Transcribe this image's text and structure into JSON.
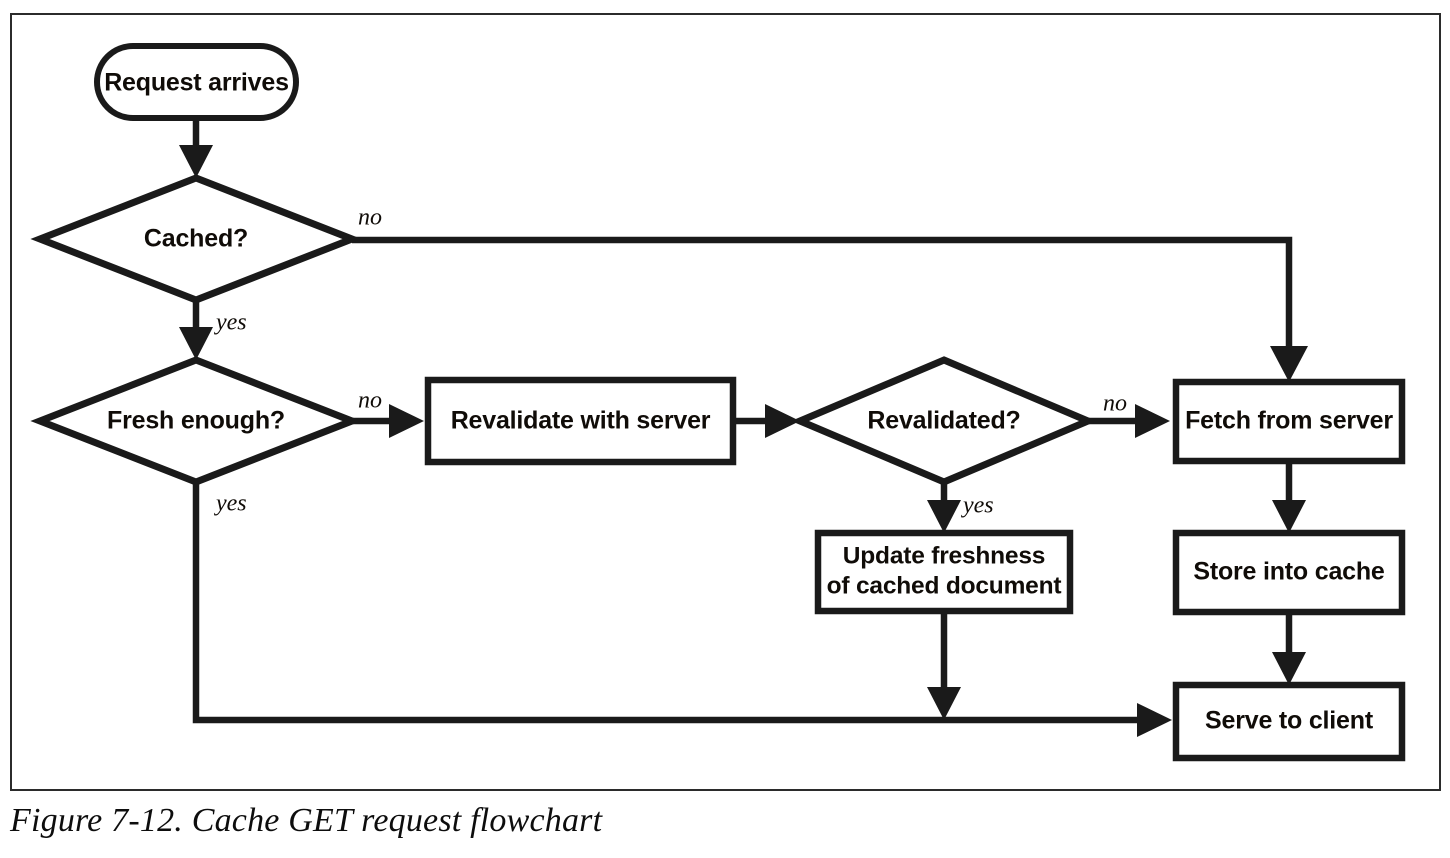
{
  "figure": {
    "caption": "Figure 7-12. Cache GET request flowchart",
    "title": "Cache GET request flowchart",
    "number": "Figure 7-12."
  },
  "chart_data": {
    "type": "diagram",
    "diagram_type": "flowchart",
    "title": "Cache GET request flowchart",
    "nodes": [
      {
        "id": "request-arrives",
        "label": "Request arrives",
        "shape": "rounded-rectangle"
      },
      {
        "id": "cached",
        "label": "Cached?",
        "shape": "diamond"
      },
      {
        "id": "fresh-enough",
        "label": "Fresh enough?",
        "shape": "diamond"
      },
      {
        "id": "revalidate-with-server",
        "label": "Revalidate with server",
        "shape": "rectangle"
      },
      {
        "id": "revalidated",
        "label": "Revalidated?",
        "shape": "diamond"
      },
      {
        "id": "update-freshness",
        "label": "Update freshness\nof cached document",
        "label_line1": "Update freshness",
        "label_line2": "of cached document",
        "shape": "rectangle"
      },
      {
        "id": "fetch-from-server",
        "label": "Fetch from server",
        "shape": "rectangle"
      },
      {
        "id": "store-into-cache",
        "label": "Store into cache",
        "shape": "rectangle"
      },
      {
        "id": "serve-to-client",
        "label": "Serve to client",
        "shape": "rectangle"
      }
    ],
    "edges": [
      {
        "from": "request-arrives",
        "to": "cached",
        "label": ""
      },
      {
        "from": "cached",
        "to": "fetch-from-server",
        "label": "no"
      },
      {
        "from": "cached",
        "to": "fresh-enough",
        "label": "yes"
      },
      {
        "from": "fresh-enough",
        "to": "revalidate-with-server",
        "label": "no"
      },
      {
        "from": "fresh-enough",
        "to": "serve-to-client",
        "label": "yes"
      },
      {
        "from": "revalidate-with-server",
        "to": "revalidated",
        "label": ""
      },
      {
        "from": "revalidated",
        "to": "fetch-from-server",
        "label": "no"
      },
      {
        "from": "revalidated",
        "to": "update-freshness",
        "label": "yes"
      },
      {
        "from": "update-freshness",
        "to": "serve-to-client",
        "label": ""
      },
      {
        "from": "fetch-from-server",
        "to": "store-into-cache",
        "label": ""
      },
      {
        "from": "store-into-cache",
        "to": "serve-to-client",
        "label": ""
      }
    ],
    "edge_labels": {
      "cached_no": "no",
      "cached_yes": "yes",
      "fresh_no": "no",
      "fresh_yes": "yes",
      "revalidated_no": "no",
      "revalidated_yes": "yes"
    },
    "colors": {
      "stroke": "#1a1a1a",
      "fill": "#ffffff",
      "text": "#100c08",
      "frame": "#2b2b2b"
    }
  }
}
